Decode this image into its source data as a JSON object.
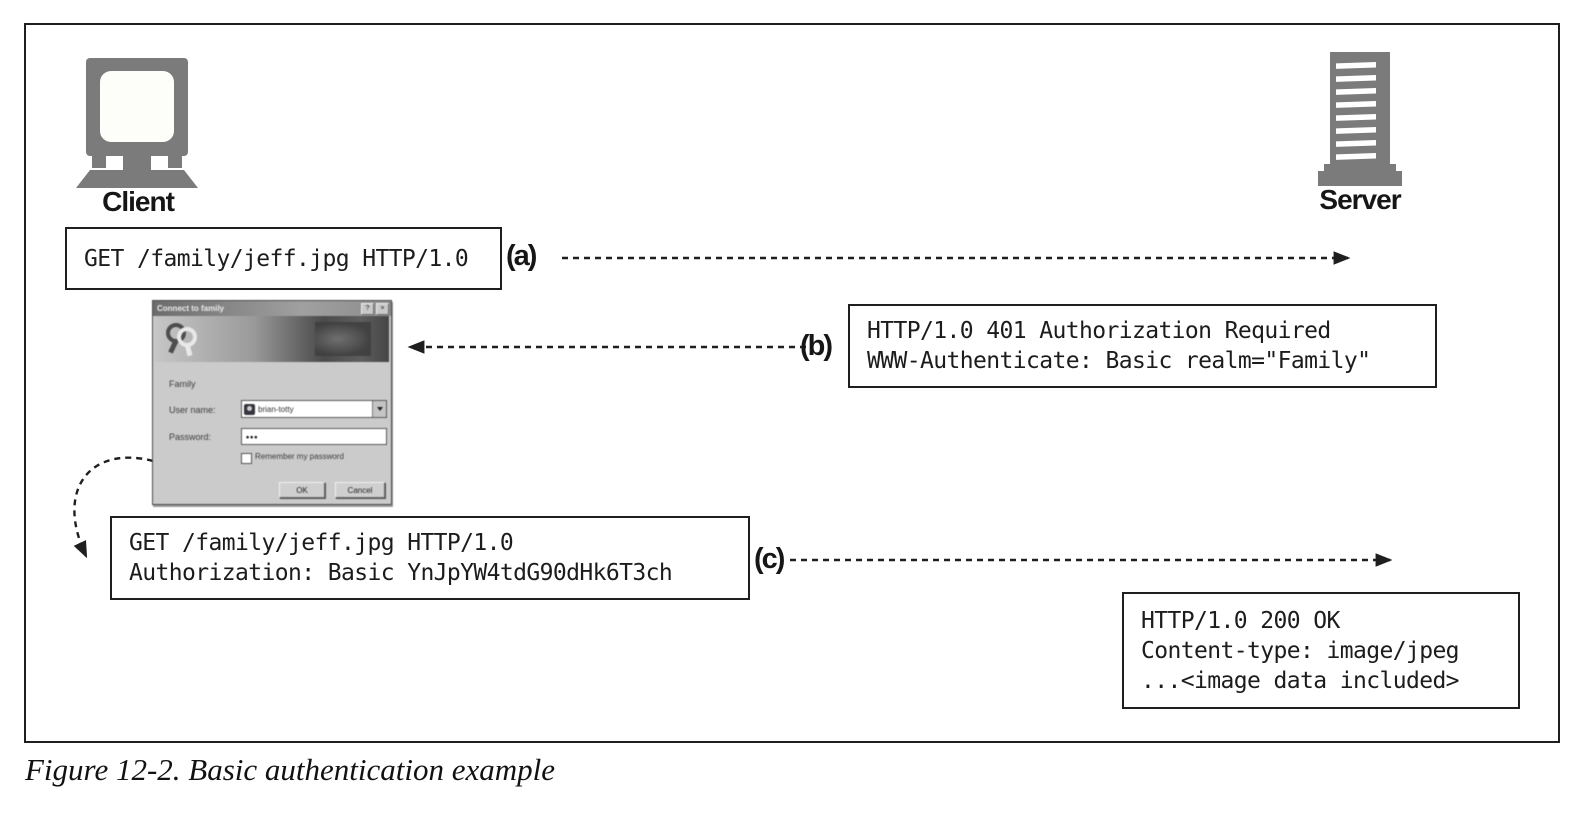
{
  "colors": {
    "ink": "#1f1f1f",
    "icon_gray": "#7b7b7b"
  },
  "caption": "Figure 12-2. Basic authentication example",
  "client_label": "Client",
  "server_label": "Server",
  "messages": {
    "a": {
      "tag": "(a)",
      "lines": [
        "GET /family/jeff.jpg HTTP/1.0"
      ]
    },
    "b": {
      "tag": "(b)",
      "lines": [
        "HTTP/1.0 401 Authorization Required",
        "WWW-Authenticate: Basic realm=\"Family\""
      ]
    },
    "c": {
      "tag": "(c)",
      "lines": [
        "GET /family/jeff.jpg HTTP/1.0",
        "Authorization: Basic YnJpYW4tdG90dHk6T3ch"
      ]
    },
    "ok": {
      "lines": [
        "HTTP/1.0 200 OK",
        "Content-type: image/jpeg",
        "...<image data included>"
      ]
    }
  },
  "dialog": {
    "title": "Connect to family",
    "help_button": "?",
    "close_button": "×",
    "realm": "Family",
    "username_label": "User name:",
    "username_value": "brian-totty",
    "password_label": "Password:",
    "password_value": "•••",
    "remember_label": "Remember my password",
    "ok_button": "OK",
    "cancel_button": "Cancel"
  }
}
